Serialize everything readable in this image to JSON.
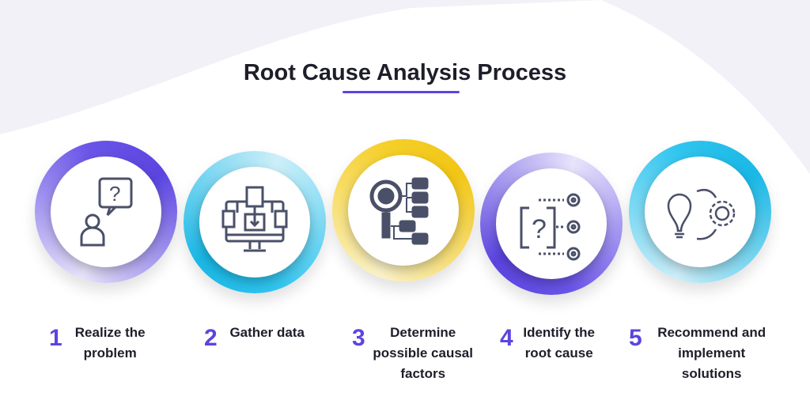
{
  "title": "Root Cause Analysis Process",
  "steps": [
    {
      "number": "1",
      "label": "Realize the problem",
      "icon": "question-person-icon",
      "color": "#6a55e8"
    },
    {
      "number": "2",
      "label": "Gather data",
      "icon": "data-monitor-icon",
      "color": "#2ec4ee"
    },
    {
      "number": "3",
      "label": "Determine possible causal factors",
      "icon": "magnifier-gear-icon",
      "color": "#f5cf2a"
    },
    {
      "number": "4",
      "label": "Identify the root cause",
      "icon": "question-targets-icon",
      "color": "#6a55e8"
    },
    {
      "number": "5",
      "label": "Recommend and implement solutions",
      "icon": "bulb-gear-icon",
      "color": "#2ec4ee"
    }
  ]
}
